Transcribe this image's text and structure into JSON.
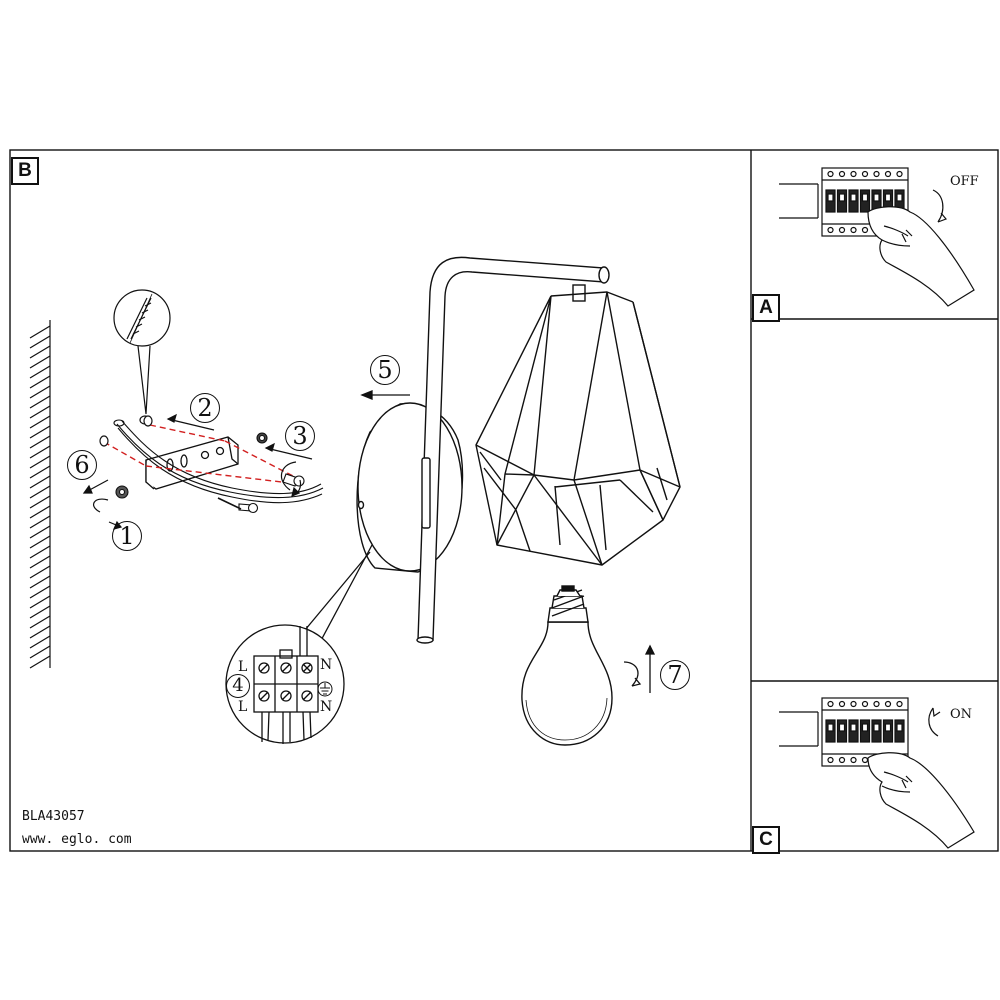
{
  "panels": {
    "main_label": "B",
    "top_right_label": "A",
    "bottom_right_label": "C"
  },
  "switch_states": {
    "off": "OFF",
    "on": "ON"
  },
  "steps": {
    "s1": "1",
    "s2": "2",
    "s3": "3",
    "s4": "4",
    "s5": "5",
    "s6": "6",
    "s7": "7"
  },
  "terminal_labels": {
    "live_top": "L",
    "neutral_top": "N",
    "live_bottom": "L",
    "neutral_bottom": "N"
  },
  "footer": {
    "model": "BLA43057",
    "website": "www. eglo. com"
  },
  "colors": {
    "line": "#111111",
    "drill_guide": "#d22020",
    "background": "#ffffff"
  },
  "icons": [
    "wall-hatch-icon",
    "wall-plug-icon",
    "screw-icon",
    "mounting-bracket-icon",
    "lamp-arm-icon",
    "lampshade-cage-icon",
    "light-bulb-icon",
    "terminal-block-icon",
    "earth-symbol-icon",
    "fuse-box-icon",
    "hand-icon",
    "rotate-arrow-icon"
  ]
}
